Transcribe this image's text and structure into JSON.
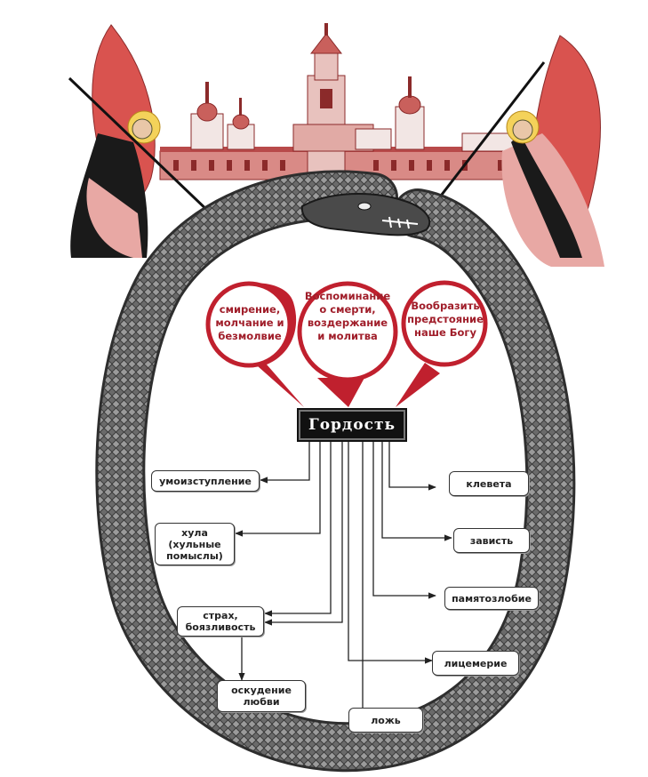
{
  "center": {
    "label": "Гордость"
  },
  "virtues": [
    {
      "text": "смирение, молчание и безмолвие"
    },
    {
      "text": "Воспоминание о смерти, воздержание и молитва"
    },
    {
      "text": "Вообразить предстояние наше Богу"
    }
  ],
  "vices": {
    "umoiz": "умоизступление",
    "hula": "хула (хульные помыслы)",
    "strah": "страх, боязливость",
    "oskud": "оскудение любви",
    "kleveta": "клевета",
    "zavist": "зависть",
    "pamyat": "памятозлобие",
    "licem": "лицемерие",
    "lozh": "ложь"
  },
  "colors": {
    "accent": "#a01e2a",
    "angel_red": "#d9534f",
    "serpent": "#555555",
    "pride_bg": "#111111"
  }
}
